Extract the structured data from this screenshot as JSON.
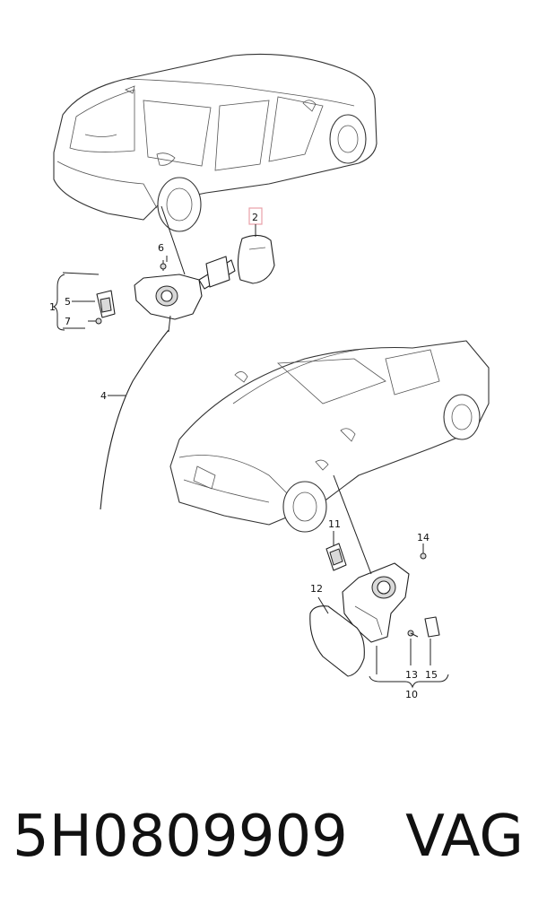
{
  "labels": {
    "l1": "1",
    "l2": "2",
    "l4": "4",
    "l5": "5",
    "l6": "6",
    "l7": "7",
    "l10": "10",
    "l11": "11",
    "l12": "12",
    "l13": "13",
    "l14": "14",
    "l15": "15"
  },
  "caption": {
    "part_number": "5H0809909",
    "brand": "VAG"
  },
  "colors": {
    "highlight_box": "#e8a0a8",
    "line": "#222222"
  }
}
